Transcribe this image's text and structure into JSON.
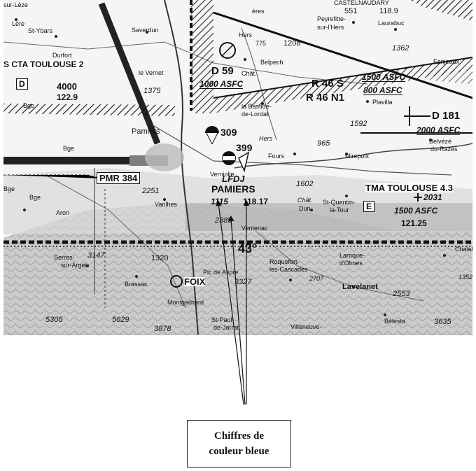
{
  "map": {
    "places": {
      "sur_leze": "sur-Lèze",
      "st_ybars": "St-Ybars",
      "saverdun": "Saverdun",
      "durfort": "Durfort",
      "le_vernet": "le Vernet",
      "pamiers_town": "Pamiers",
      "belpech": "Belpech",
      "peyrefitte": "Peyrefitte-",
      "sur_hers": "sur-l'Hers",
      "laurabuc": "Laurabuc",
      "fanjeaux": "Fanjeaux",
      "la_bastide": "la Bastide-",
      "de_lordat": "de-Lordat",
      "plavilla": "Plavilla",
      "belvezee": "Belvézé",
      "du_razes": "du-Razès",
      "mirepoix": "Mirepoix",
      "vernajoul": "Verniolle",
      "varilhes": "Varilhes",
      "dun": "Dun",
      "st_quentin_1": "St-Quentin-",
      "st_quentin_2": "la-Tour",
      "aron": "Aron",
      "serres_1": "Serres-",
      "serres_2": "sur-Arget",
      "brassac": "Brassac",
      "foix": "FOIX",
      "montgailhard": "Montgailhard",
      "st_paul_1": "St-Paul-",
      "st_paul_2": "de-Jarrat",
      "villeneuve": "Villeneuve-",
      "roquefort_1": "Roquefort-",
      "roquefort_2": "les-Cascades",
      "laroque_1": "Laroque-",
      "laroque_2": "d'Olmes",
      "lavelanet": "Lavelanet",
      "belesta": "Bélesta",
      "chalabre": "Chalabre",
      "pic_aspre": "Pic de Aspre",
      "bge_1": "Bge",
      "bge_2": "Bge",
      "bge_3": "Bge",
      "bge_4": "Bge",
      "hers_1": "Hers",
      "hers_2": "Hers",
      "chat_1": "Chât.",
      "chat_2": "Chât.",
      "ventenac": "Ventenac",
      "castelnaudary": "CASTELNAUDARY",
      "fours": "Fours",
      "eres": "ères",
      "lere": "Lère"
    },
    "elevations": {
      "e551": "551",
      "e1189": "118.9",
      "e775": "775",
      "e1208": "1208",
      "e1362": "1362",
      "e1375": "1375",
      "e1592": "1592",
      "e965": "965",
      "e2251": "2251",
      "e1602": "1602",
      "e2031": "2031",
      "e2389": "2389",
      "e3147": "3147",
      "e1320": "1320",
      "e3327": "3327",
      "e2707": "2707",
      "e2553": "2553",
      "e5305": "5305",
      "e5629": "5629",
      "e3878": "3878",
      "e3635": "3635",
      "e1352": "1352",
      "e309": "309",
      "e399": "399",
      "lat43": "43°"
    },
    "airspace": {
      "cta_name": "S CTA TOULOUSE 2",
      "cta_class": "D",
      "cta_alt": "4000",
      "cta_freq": "122.9",
      "d59_name": "D 59",
      "d59_alt": "1000 ASFC",
      "r46s_name": "R 46 S",
      "r46s_alt": "1500 ASFC",
      "r46n1_name": "R 46 N1",
      "r46n1_alt": "800 ASFC",
      "d181_name": "D 181",
      "d181_alt": "2000 ASFC",
      "tma_name": "TMA TOULOUSE 4.3",
      "tma_class": "E",
      "tma_alt": "1500 ASFC",
      "tma_freq": "121.25",
      "pmr": "PMR 384"
    },
    "airfield": {
      "icao": "LFDJ",
      "name": "PAMIERS",
      "freq_1": "1115",
      "freq_2": "118.17"
    }
  },
  "legend": {
    "line_1": "Chiffres de",
    "line_2": "couleur bleue"
  }
}
